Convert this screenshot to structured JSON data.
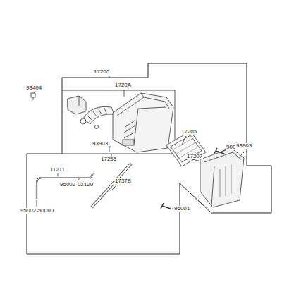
{
  "diagram": {
    "labels": [
      "17200",
      "93404",
      "1720A",
      "90001",
      "93903",
      "17205",
      "17255",
      "17207",
      "93903",
      "11211",
      "95002-02120",
      "1737B",
      "95002-50000",
      "96001"
    ]
  }
}
